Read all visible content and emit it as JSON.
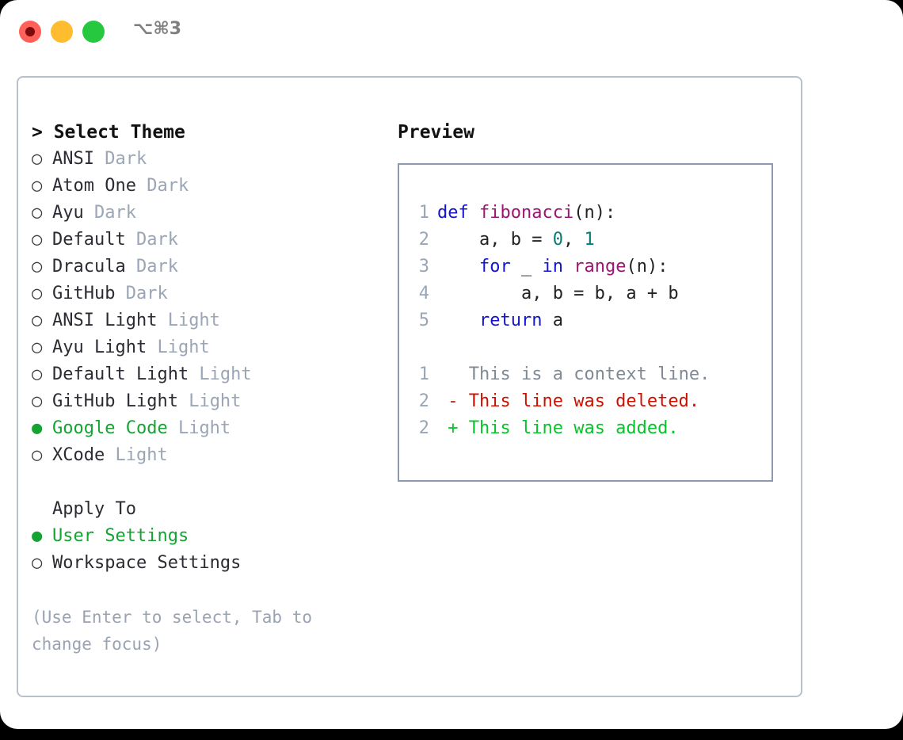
{
  "titlebar": {
    "shortcut": "⌥⌘3",
    "buttons": {
      "close": "close",
      "minimize": "minimize",
      "maximize": "maximize"
    }
  },
  "theme_picker": {
    "header": "> Select Theme",
    "markers": {
      "selected": "●",
      "unselected": "○"
    },
    "accent_color": "#16a334",
    "variant_color": "#9aa5b5",
    "items": [
      {
        "name": "ANSI",
        "variant": "Dark",
        "selected": false
      },
      {
        "name": "Atom One",
        "variant": "Dark",
        "selected": false
      },
      {
        "name": "Ayu",
        "variant": "Dark",
        "selected": false
      },
      {
        "name": "Default",
        "variant": "Dark",
        "selected": false
      },
      {
        "name": "Dracula",
        "variant": "Dark",
        "selected": false
      },
      {
        "name": "GitHub",
        "variant": "Dark",
        "selected": false
      },
      {
        "name": "ANSI Light",
        "variant": "Light",
        "selected": false
      },
      {
        "name": "Ayu Light",
        "variant": "Light",
        "selected": false
      },
      {
        "name": "Default Light",
        "variant": "Light",
        "selected": false
      },
      {
        "name": "GitHub Light",
        "variant": "Light",
        "selected": false
      },
      {
        "name": "Google Code",
        "variant": "Light",
        "selected": true
      },
      {
        "name": "XCode",
        "variant": "Light",
        "selected": false
      }
    ]
  },
  "apply_to": {
    "header": "Apply To",
    "options": [
      {
        "name": "User Settings",
        "selected": true
      },
      {
        "name": "Workspace Settings",
        "selected": false
      }
    ]
  },
  "hint": "(Use Enter to select, Tab to change focus)",
  "preview": {
    "label": "Preview",
    "code_lines": [
      {
        "n": "1",
        "tokens": [
          {
            "t": "def",
            "c": "kw"
          },
          {
            "t": " ",
            "c": "pl"
          },
          {
            "t": "fibonacci",
            "c": "fn"
          },
          {
            "t": "(n):",
            "c": "pl"
          }
        ]
      },
      {
        "n": "2",
        "tokens": [
          {
            "t": "    a, b = ",
            "c": "pl"
          },
          {
            "t": "0",
            "c": "num"
          },
          {
            "t": ", ",
            "c": "pl"
          },
          {
            "t": "1",
            "c": "num"
          }
        ]
      },
      {
        "n": "3",
        "tokens": [
          {
            "t": "    ",
            "c": "pl"
          },
          {
            "t": "for",
            "c": "kw"
          },
          {
            "t": " _ ",
            "c": "pl"
          },
          {
            "t": "in",
            "c": "kw"
          },
          {
            "t": " ",
            "c": "pl"
          },
          {
            "t": "range",
            "c": "fn"
          },
          {
            "t": "(n):",
            "c": "pl"
          }
        ]
      },
      {
        "n": "4",
        "tokens": [
          {
            "t": "        a, b = b, a + b",
            "c": "pl"
          }
        ]
      },
      {
        "n": "5",
        "tokens": [
          {
            "t": "    ",
            "c": "pl"
          },
          {
            "t": "return",
            "c": "kw"
          },
          {
            "t": " a",
            "c": "pl"
          }
        ]
      }
    ],
    "diff_lines": [
      {
        "n": "1",
        "sign": " ",
        "text": "This is a context line.",
        "kind": "ctx"
      },
      {
        "n": "2",
        "sign": "-",
        "text": "This line was deleted.",
        "kind": "del"
      },
      {
        "n": "2",
        "sign": "+",
        "text": "This line was added.",
        "kind": "add"
      }
    ],
    "diff_colors": {
      "context": "#808a94",
      "deleted": "#cc1100",
      "added": "#06c42a"
    },
    "syntax_colors": {
      "keyword": "#1414cc",
      "function": "#9b1673",
      "number": "#077d77",
      "plain": "#222222",
      "line_number": "#9aa5b5"
    }
  }
}
